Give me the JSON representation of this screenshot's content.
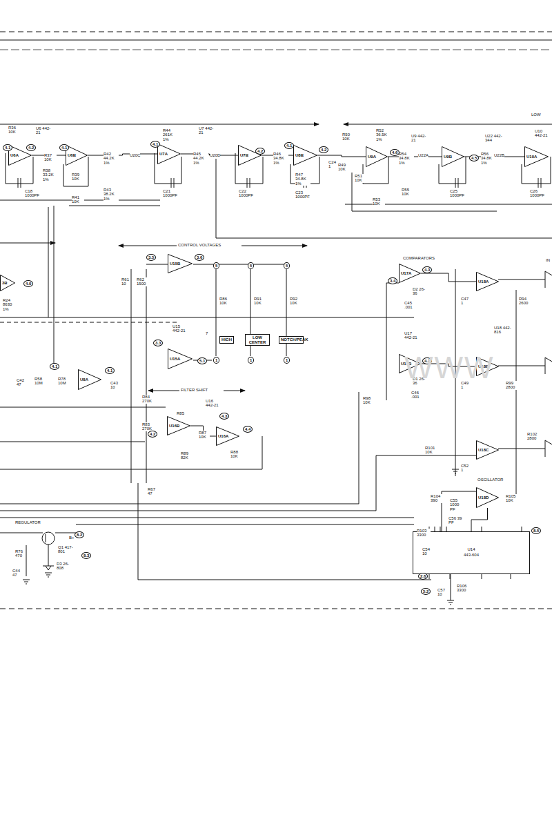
{
  "diagram": {
    "nodes": [
      {
        "text": [
          "U6A"
        ]
      },
      {
        "text": [
          "U6B"
        ]
      },
      {
        "text": [
          "U7A"
        ]
      },
      {
        "text": [
          "U7B"
        ]
      },
      {
        "text": [
          "U8B"
        ]
      },
      {
        "text": [
          "U9A"
        ]
      },
      {
        "text": [
          "U9B"
        ]
      },
      {
        "text": [
          "U10A"
        ]
      },
      {
        "text": [
          "3B"
        ]
      },
      {
        "text": [
          "U8A"
        ]
      },
      {
        "text": [
          "U15B"
        ]
      },
      {
        "text": [
          "U15A"
        ]
      },
      {
        "text": [
          "U16B"
        ]
      },
      {
        "text": [
          "U16A"
        ]
      },
      {
        "text": [
          "U17A"
        ]
      },
      {
        "text": [
          "U17B"
        ]
      },
      {
        "text": [
          "U18A"
        ]
      },
      {
        "text": [
          "U18B"
        ]
      },
      {
        "text": [
          "U18C"
        ]
      },
      {
        "text": [
          "U18D"
        ]
      },
      {
        "text": [
          "U14",
          "443-604"
        ]
      },
      {
        "text": [
          "HIGH"
        ]
      },
      {
        "text": [
          "LOW CENTER"
        ]
      },
      {
        "text": [
          "NOTCH/PEAK"
        ]
      }
    ],
    "edges": [
      {
        "from": 0,
        "to": 1,
        "arrow": "none"
      },
      {
        "from": 1,
        "to": 2,
        "arrow": "none"
      },
      {
        "from": 2,
        "to": 3,
        "arrow": "none"
      },
      {
        "from": 3,
        "to": 4,
        "arrow": "none"
      },
      {
        "from": 4,
        "to": 5,
        "arrow": "none"
      },
      {
        "from": 5,
        "to": 6,
        "arrow": "none"
      },
      {
        "from": 6,
        "to": 7,
        "arrow": "none"
      },
      {
        "from": 14,
        "to": 16,
        "arrow": "none"
      },
      {
        "from": 15,
        "to": 17,
        "arrow": "none"
      },
      {
        "from": 19,
        "to": 20,
        "arrow": "none"
      },
      {
        "from": 12,
        "to": 13,
        "arrow": "none"
      }
    ],
    "labels": [
      "R36 10K",
      "U6 442-21",
      "R37 10K",
      "R38 33.2K 1%",
      "C18 1000PF",
      "R39 10K",
      "R41 10K",
      "R42 44.2K 1%",
      "R43 38.2K 1%",
      "U20C",
      "R44 261K 1%",
      "U7 442-21",
      "R45 44.2K 1%",
      "U20D",
      "C21 1000PF",
      "C22 1000PF",
      "R46 34.8K 1%",
      "R47 34.8K 1%",
      "C23 1000PF",
      "C24 1",
      "R50 10K",
      "R49 10K",
      "R52 36.5K 1%",
      "U9 442-21",
      "R51 10K",
      "R53 10K",
      "R54 34.8K 1%",
      "U22A",
      "R55 10K",
      "C25 1000PF",
      "U22 442-344",
      "R56 34.8K 1%",
      "U22B",
      "U10 442-21",
      "C26 1000PF",
      "LOW",
      "CONTROL VOLTAGES",
      "R24 8630 1%",
      "R61 10",
      "R62 1500",
      "U15 442-21",
      "R86 10K",
      "R91 10K",
      "R92 10K",
      "FILTER SHIFT",
      "R84 270K",
      "U16 442-21",
      "R85",
      "R83 270K",
      "R87 10K",
      "R88 10K",
      "R89 82K",
      "R67 47",
      "COMPARATORS",
      "D2 26-36",
      "C45 .001",
      "U17 442-21",
      "D1 26-36",
      "C46 .001",
      "R98 10K",
      "C47 1",
      "R94 2600",
      "U18 442-816",
      "C49 1",
      "R99 2800",
      "R101 10K",
      "C52 1",
      "R102 2800",
      "OSCILLATOR",
      "R104 390",
      "C55 1000 PF",
      "C56 39 PF",
      "R105 10K",
      "R103 3300",
      "C54 10",
      "R106 3300",
      "C57 10",
      "C42 47",
      "R58 10M",
      "R78 10M",
      "C43 10",
      "REGULATOR",
      "B+",
      "Q1 417-801",
      "R76 470",
      "C44 47",
      "D3 26-808",
      "IN",
      "4.1",
      "4.2",
      "4.1",
      "4.1",
      "4.2",
      "4.1",
      "4.2",
      "4.6",
      "4.5",
      "3.5",
      "3.6",
      "3.4",
      "4.3",
      "5.1",
      "4.1",
      "4.1",
      "8.2",
      "8.3",
      "2.6",
      "8.5",
      "3.3",
      "4.0",
      "4.3",
      "4.4",
      "4.2",
      "4.3",
      "5.2",
      "WWW",
      "5",
      "5",
      "5",
      "1",
      "1",
      "1",
      "7"
    ]
  }
}
